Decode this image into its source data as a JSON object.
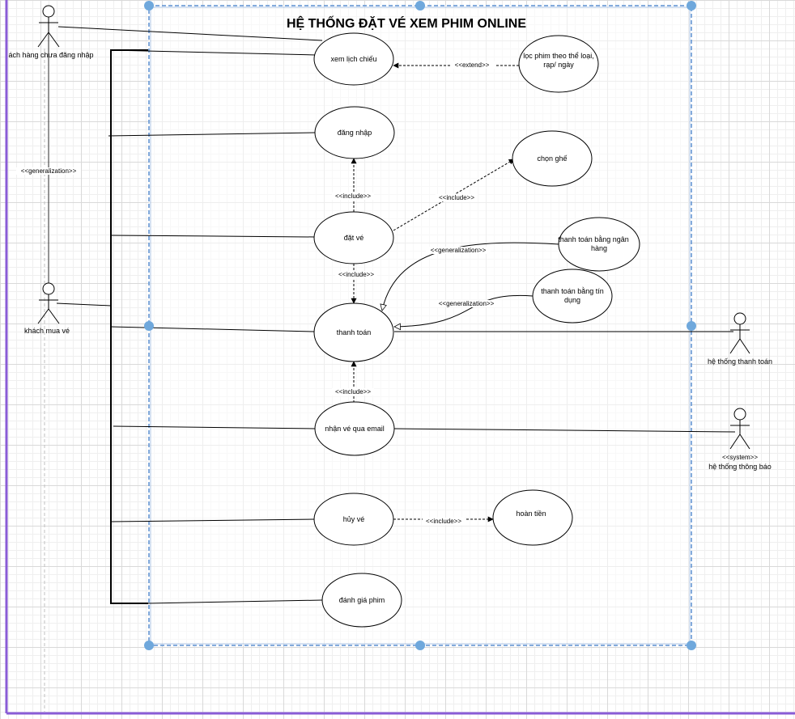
{
  "system": {
    "title": "HỆ THỐNG ĐẶT VÉ XEM PHIM ONLINE"
  },
  "actors": {
    "guest": "ách hàng chưa đăng nhập",
    "buyer": "khách mua vé",
    "payment_system": "hệ thống thanh toán",
    "notify_stereotype": "<<system>>",
    "notify_system": "hệ thống  thông báo"
  },
  "usecases": {
    "xem_lich_chieu": "xem lịch chiếu",
    "loc_phim_1": "lọc phim theo thể loại,",
    "loc_phim_2": "rạp/ ngày",
    "dang_nhap": "đăng nhập",
    "chon_ghe": "chọn ghế",
    "dat_ve": "đặt vé",
    "tt_ngan_hang_1": "thanh toán bằng ngân",
    "tt_ngan_hang_2": "hàng",
    "tt_tin_dung_1": "thanh toán bằng tín",
    "tt_tin_dung_2": "dụng",
    "thanh_toan": "thanh toán",
    "nhan_ve_email": "nhận vé qua email",
    "huy_ve": "hủy vé",
    "hoan_tien": "hoàn tiền",
    "danh_gia_phim": "đánh giá phim"
  },
  "relations": {
    "extend": "<<extend>>",
    "include": "<<include>>",
    "generalization": "<<generalization>>"
  },
  "colors": {
    "selection_handle": "#6fa8dc",
    "system_border": "#5b8fd1",
    "frame_border": "#8a5cd6"
  }
}
